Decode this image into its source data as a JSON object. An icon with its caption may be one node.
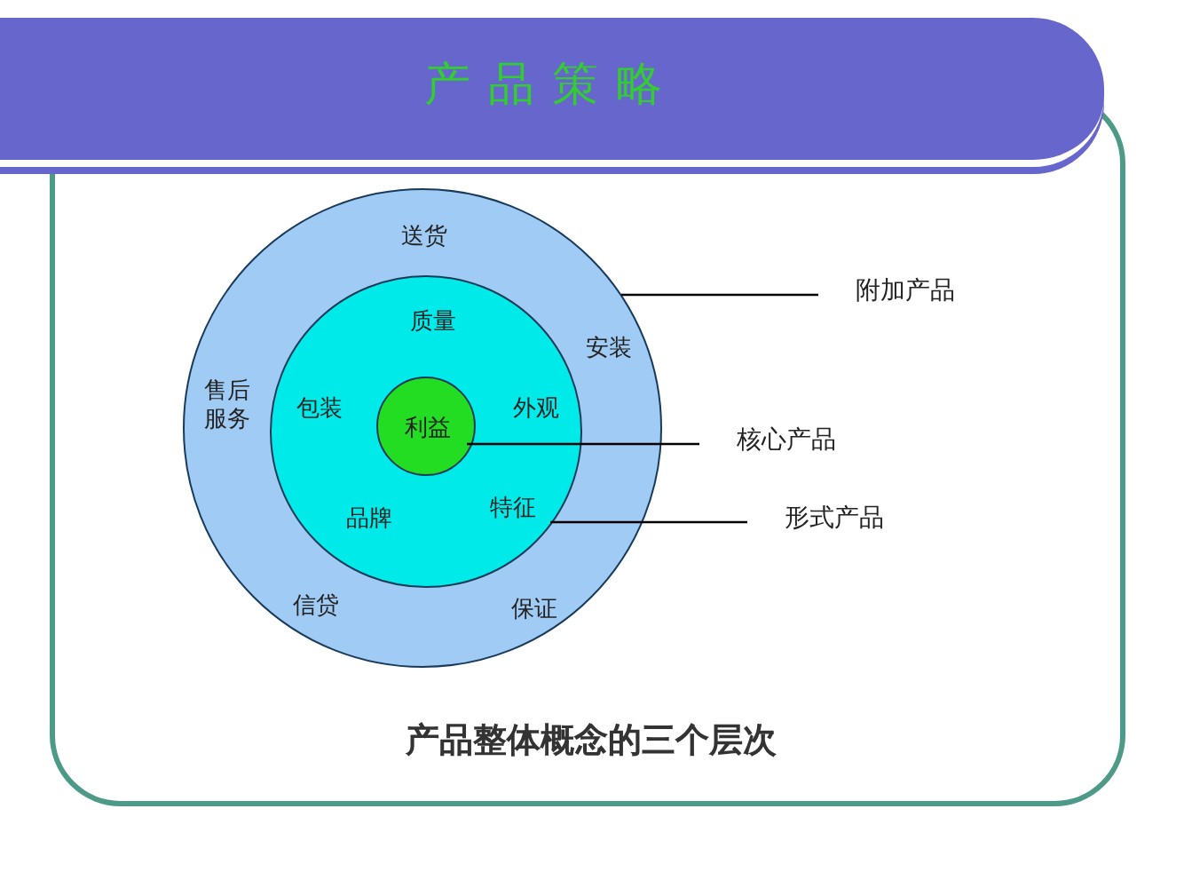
{
  "diagram": {
    "title": "产品策略",
    "caption": "产品整体概念的三个层次",
    "nodes": [
      {
        "text": [
          "送货",
          "安装",
          "售后服务",
          "保证",
          "信贷"
        ]
      },
      {
        "text": [
          "质量",
          "包装",
          "外观",
          "品牌",
          "特征"
        ],
        "in": 0
      },
      {
        "text": [
          "利益"
        ],
        "in": 1
      },
      {
        "text": [
          "附加产品"
        ]
      },
      {
        "text": [
          "核心产品"
        ]
      },
      {
        "text": [
          "形式产品"
        ]
      }
    ],
    "edges": [
      {
        "from": 3,
        "to": 0,
        "arrow": "none"
      },
      {
        "from": 4,
        "to": 2,
        "arrow": "none"
      },
      {
        "from": 5,
        "to": 1,
        "arrow": "none"
      }
    ]
  }
}
